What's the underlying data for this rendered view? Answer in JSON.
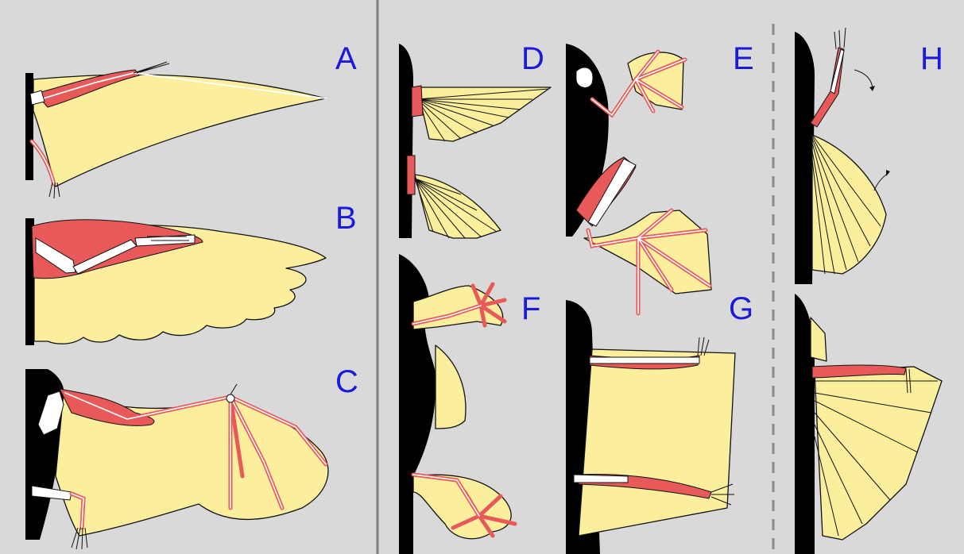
{
  "panels": [
    {
      "id": "A",
      "label": "A"
    },
    {
      "id": "B",
      "label": "B"
    },
    {
      "id": "C",
      "label": "C"
    },
    {
      "id": "D",
      "label": "D"
    },
    {
      "id": "E",
      "label": "E"
    },
    {
      "id": "F",
      "label": "F"
    },
    {
      "id": "G",
      "label": "G"
    },
    {
      "id": "H",
      "label": "H"
    }
  ],
  "colors": {
    "background": "#d9d9d9",
    "membrane": "#fbef9e",
    "muscle": "#e85a5a",
    "bone": "#ffffff",
    "body": "#000000",
    "label": "#1a1adb",
    "divider": "#808080"
  }
}
